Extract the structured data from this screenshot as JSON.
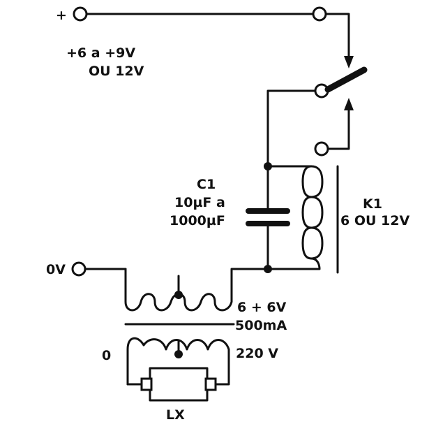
{
  "terminals": {
    "plus": "+",
    "zero_volt": "0V",
    "mains_zero": "0"
  },
  "supply": {
    "line1": "+6 a +9V",
    "line2": "OU 12V"
  },
  "capacitor": {
    "name": "C1",
    "value_line1": "10µF a",
    "value_line2": "1000µF"
  },
  "relay": {
    "name": "K1",
    "voltage": "6 OU 12V"
  },
  "transformer": {
    "secondary_voltage": "6 + 6V",
    "secondary_current": "500mA",
    "primary_voltage": "220 V"
  },
  "lamp": {
    "name": "LX"
  }
}
